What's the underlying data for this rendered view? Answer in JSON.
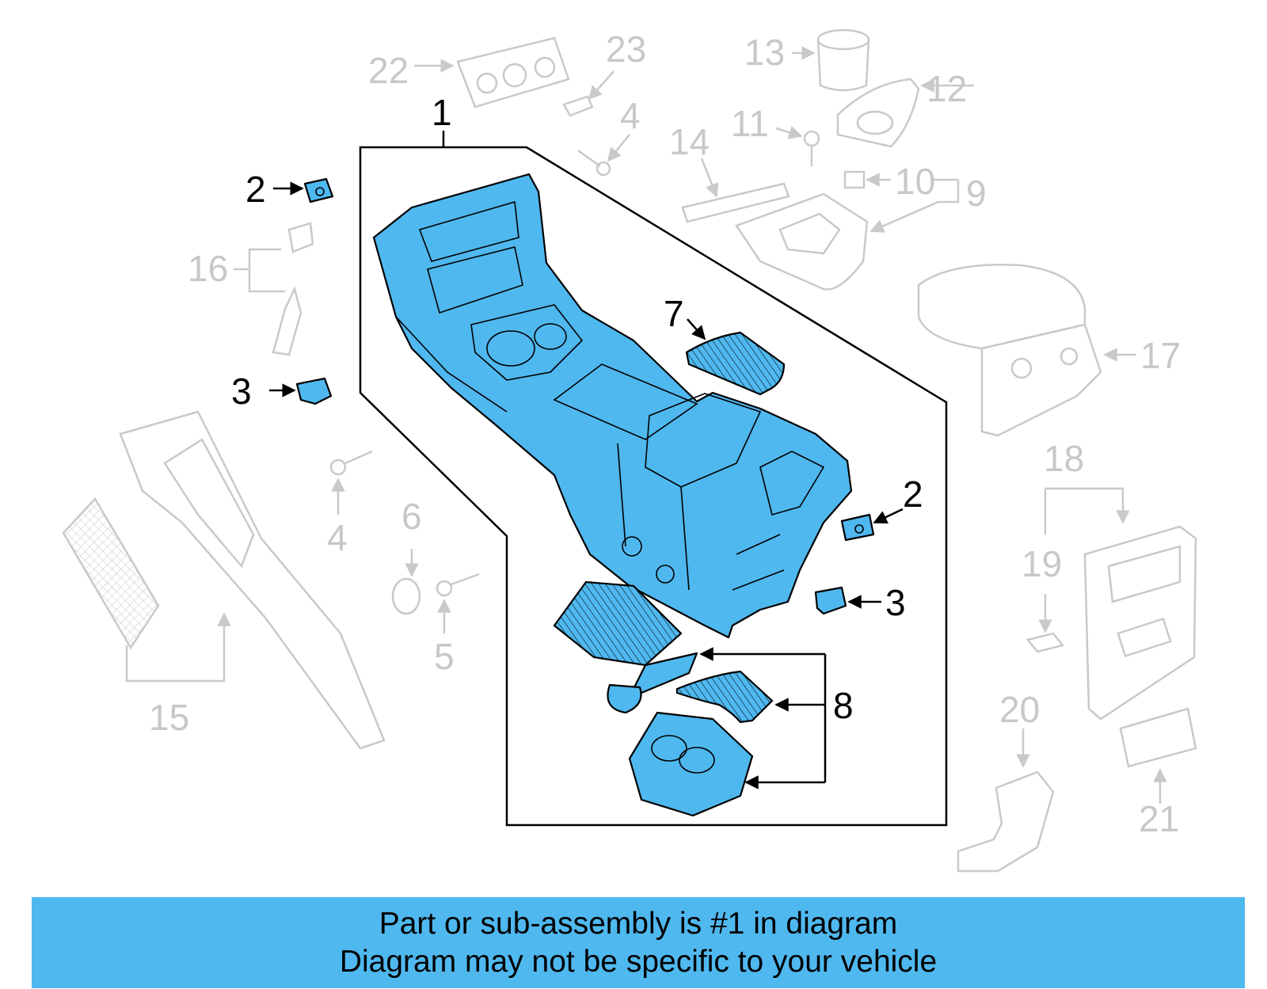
{
  "callouts": {
    "c1": "1",
    "c2a": "2",
    "c2b": "2",
    "c3a": "3",
    "c3b": "3",
    "c4a": "4",
    "c4b": "4",
    "c5": "5",
    "c6": "6",
    "c7": "7",
    "c8": "8",
    "c9": "9",
    "c10": "10",
    "c11": "11",
    "c12": "12",
    "c13": "13",
    "c14": "14",
    "c15": "15",
    "c16": "16",
    "c17": "17",
    "c18": "18",
    "c19": "19",
    "c20": "20",
    "c21": "21",
    "c22": "22",
    "c23": "23"
  },
  "highlighted_part": "1",
  "colors": {
    "highlight_blue": "#4fb8ef",
    "faded_gray": "#c9c9c9",
    "outline_black": "#000000"
  },
  "banner": {
    "line1": "Part or sub-assembly is #1 in diagram",
    "line2": "Diagram may not be specific to your vehicle"
  }
}
